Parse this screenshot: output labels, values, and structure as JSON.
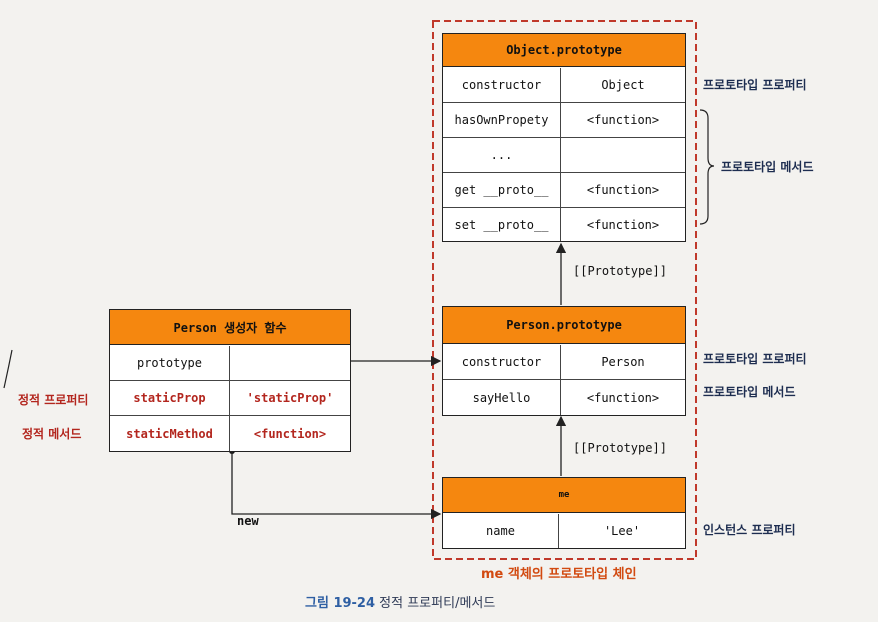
{
  "object_prototype": {
    "title": "Object.prototype",
    "rows": [
      {
        "key": "constructor",
        "value": "Object"
      },
      {
        "key": "hasOwnPropety",
        "value": "<function>"
      },
      {
        "key": "...",
        "value": ""
      },
      {
        "key": "get __proto__",
        "value": "<function>"
      },
      {
        "key": "set __proto__",
        "value": "<function>"
      }
    ]
  },
  "person_prototype": {
    "title": "Person.prototype",
    "rows": [
      {
        "key": "constructor",
        "value": "Person"
      },
      {
        "key": "sayHello",
        "value": "<function>"
      }
    ]
  },
  "person_constructor": {
    "title": "Person 생성자 함수",
    "rows": [
      {
        "key": "prototype",
        "value": ""
      },
      {
        "key": "staticProp",
        "value": "'staticProp'"
      },
      {
        "key": "staticMethod",
        "value": "<function>"
      }
    ]
  },
  "me_instance": {
    "title": "me",
    "rows": [
      {
        "key": "name",
        "value": "'Lee'"
      }
    ]
  },
  "labels": {
    "proto_link_1": "[[Prototype]]",
    "proto_link_2": "[[Prototype]]",
    "new_label": "new",
    "object_proto_property": "프로토타입 프로퍼티",
    "object_proto_methods": "프로토타입 메서드",
    "person_proto_property": "프로토타입 프로퍼티",
    "person_proto_method": "프로토타입 메서드",
    "instance_property": "인스턴스 프로퍼티",
    "static_property": "정적 프로퍼티",
    "static_method": "정적 메서드",
    "chain_label": "me 객체의 프로토타입 체인"
  },
  "caption": {
    "number": "그림 19-24",
    "text": "정적 프로퍼티/메서드"
  },
  "colors": {
    "header_orange": "#f5870f",
    "static_red": "#b3261e",
    "label_navy": "#1d2d50",
    "chain_border": "#c0392b",
    "caption_blue": "#2e5fa3"
  }
}
